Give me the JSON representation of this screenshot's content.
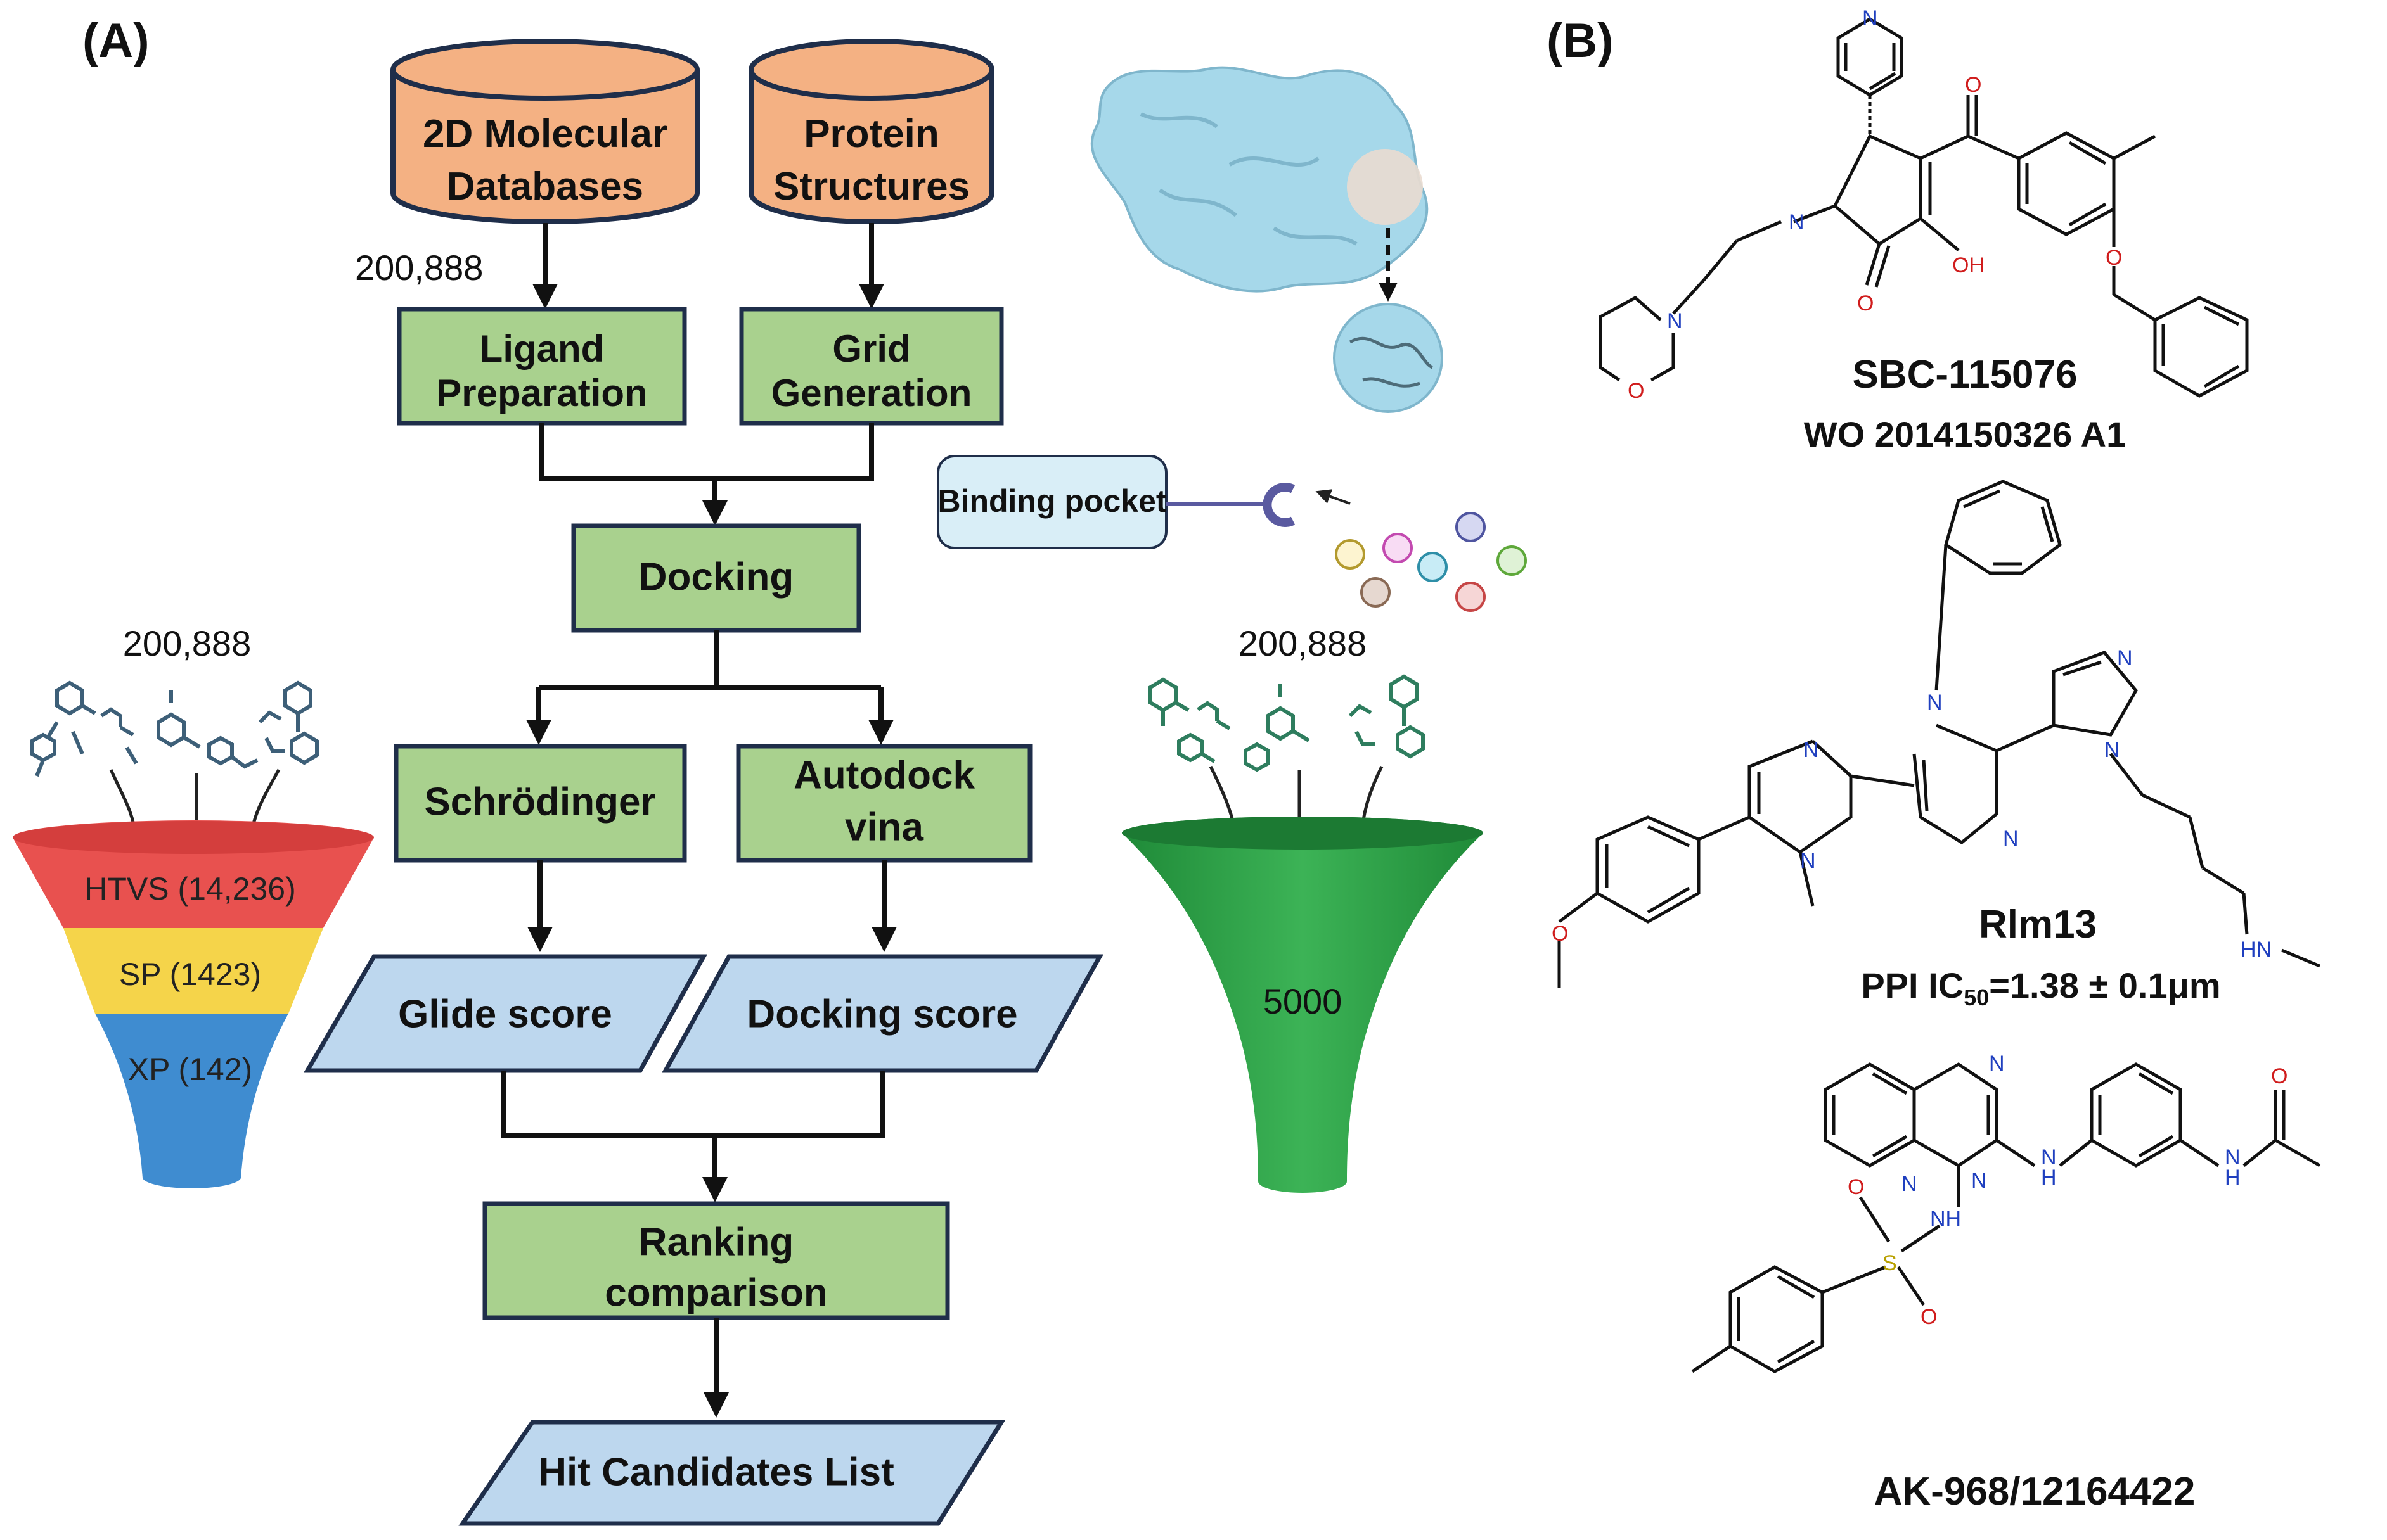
{
  "panel_a": {
    "label": "(A)",
    "sources": [
      {
        "line1": "2D Molecular",
        "line2": "Databases"
      },
      {
        "line1": "Protein",
        "line2": "Structures"
      }
    ],
    "count_label": "200,888",
    "prep_steps": [
      {
        "line1": "Ligand",
        "line2": "Preparation"
      },
      {
        "line1": "Grid",
        "line2": "Generation"
      }
    ],
    "docking": "Docking",
    "programs": [
      {
        "line1": "Schrödinger",
        "line2": ""
      },
      {
        "line1": "Autodock",
        "line2": "vina"
      }
    ],
    "scores": [
      "Glide score",
      "Docking score"
    ],
    "ranking": {
      "line1": "Ranking",
      "line2": "comparison"
    },
    "output": "Hit Candidates List",
    "binding_pocket": "Binding pocket",
    "left_funnel": {
      "count": "200,888",
      "stages": [
        "HTVS (14,236)",
        "SP (1423)",
        "XP (142)"
      ]
    },
    "right_funnel": {
      "count": "200,888",
      "result": "5000"
    },
    "colors": {
      "database_fill": "#f4b183",
      "step_fill": "#a9d18e",
      "score_fill": "#bdd7ee",
      "outline": "#1f2e4a",
      "protein": "#a6d8ea",
      "funnel_red": "#e8514f",
      "funnel_yellow": "#f5d44a",
      "funnel_blue": "#3f8cd0",
      "funnel_green": "#2ea043"
    }
  },
  "panel_b": {
    "label": "(B)",
    "compounds": [
      {
        "name": "SBC-115076",
        "note": "WO 2014150326 A1"
      },
      {
        "name": "Rlm13",
        "note_prefix": "PPI IC",
        "note_sub": "50",
        "note_suffix": "=1.38 ± 0.1μm"
      },
      {
        "name": "AK-968/12164422",
        "note": ""
      }
    ],
    "atom_labels": {
      "N": "N",
      "O": "O",
      "OH": "OH",
      "HN": "HN",
      "H": "H",
      "NH": "NH",
      "S": "S"
    }
  }
}
